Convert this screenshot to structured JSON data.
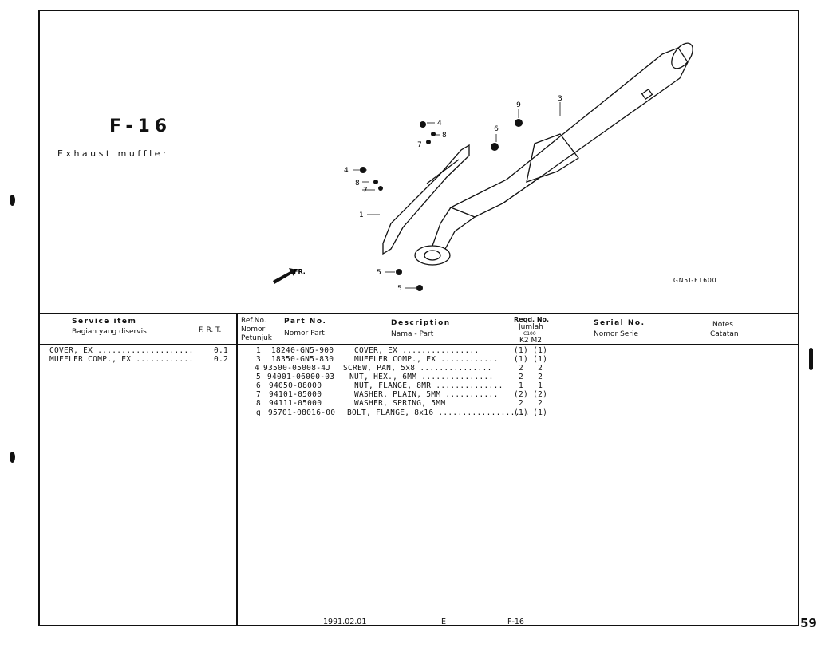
{
  "figure": {
    "title": "F-16",
    "subtitle": "Exhaust muffler",
    "drawing_code": "GN5I-F1600",
    "direction_label": "FR.",
    "callouts": [
      "1",
      "3",
      "4",
      "4",
      "5",
      "5",
      "6",
      "7",
      "7",
      "8",
      "8",
      "9"
    ]
  },
  "table_header": {
    "service_item": "Service item",
    "service_item_id": "Bagian yang diservis",
    "frt": "F. R. T.",
    "ref_no": "Ref.No.",
    "ref_no_id_1": "Nomor",
    "ref_no_id_2": "Petunjuk",
    "part_no": "Part No.",
    "part_no_id": "Nomor Part",
    "description": "Description",
    "description_id": "Nama - Part",
    "reqd_no": "Reqd. No.",
    "jumlah": "Jumlah",
    "model": "C100",
    "types": "K2 M2",
    "serial_no": "Serial No.",
    "serial_no_id": "Nomor Serie",
    "notes": "Notes",
    "notes_id": "Catatan"
  },
  "service_items": [
    {
      "name": "COVER, EX",
      "frt": "0.1"
    },
    {
      "name": "MUFFLER COMP., EX",
      "frt": "0.2"
    }
  ],
  "parts": [
    {
      "ref": "1",
      "part_no": "18240-GN5-900",
      "desc": "COVER, EX",
      "qty": "(1) (1)"
    },
    {
      "ref": "3",
      "part_no": "18350-GN5-830",
      "desc": "MUEFLER COMP., EX",
      "qty": "(1) (1)"
    },
    {
      "ref": "4",
      "part_no": "93500-05008-4J",
      "desc": "SCREW, PAN, 5x8",
      "qty": "2   2"
    },
    {
      "ref": "5",
      "part_no": "94001-06000-03",
      "desc": "NUT, HEX., 6MM",
      "qty": "2   2"
    },
    {
      "ref": "6",
      "part_no": "94050-08000",
      "desc": "NUT, FLANGE, 8MR",
      "qty": "1   1"
    },
    {
      "ref": "7",
      "part_no": "94101-05000",
      "desc": "WASHER, PLAIN, 5MM",
      "qty": "(2) (2)"
    },
    {
      "ref": "8",
      "part_no": "94111-05000",
      "desc": "WASHER, SPRING, 5MM",
      "qty": "2   2"
    },
    {
      "ref": "g",
      "part_no": "95701-08016-00",
      "desc": "BOLT, FLANGE, 8x16",
      "qty": "(1) (1)"
    }
  ],
  "footer": {
    "date": "1991.02.01",
    "letter": "E",
    "code": "F-16",
    "page": "59"
  }
}
